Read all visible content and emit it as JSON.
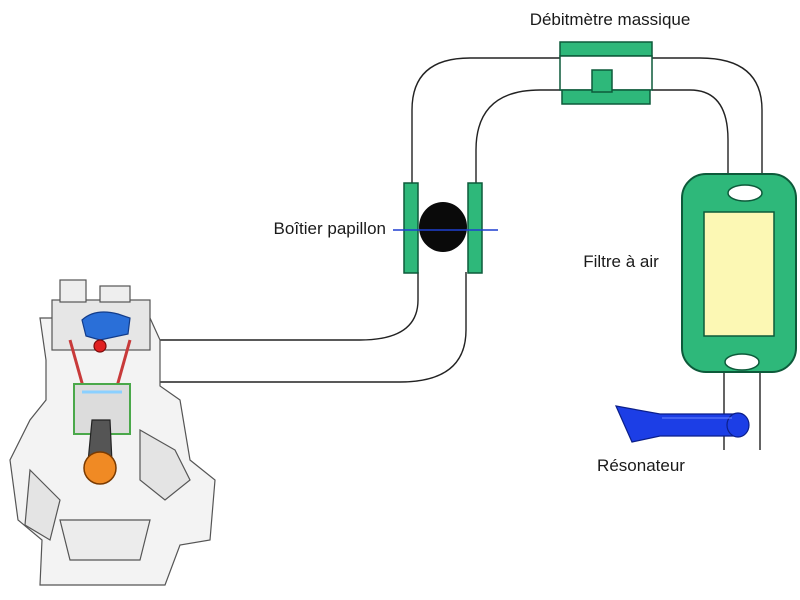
{
  "labels": {
    "mass_flow_meter": "Débitmètre massique",
    "throttle_body": "Boîtier papillon",
    "air_filter": "Filtre à air",
    "resonator": "Résonateur"
  },
  "colors": {
    "housing_green": "#2eb87a",
    "housing_dark": "#0d5a3a",
    "filter_element": "#fcf8b4",
    "butterfly": "#0a0a0a",
    "throttle_shaft": "#1e3fd0",
    "resonator_blue": "#1c3ee6",
    "pipe": "#222222"
  }
}
